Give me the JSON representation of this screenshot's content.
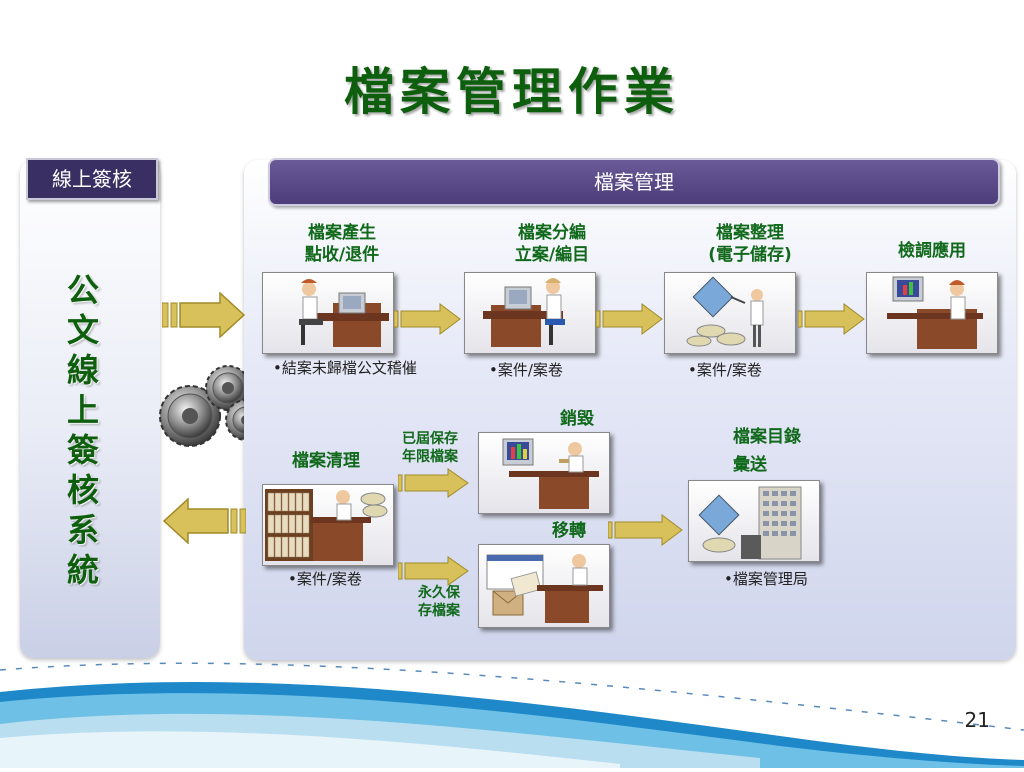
{
  "title": "檔案管理作業",
  "left": {
    "header": "線上簽核",
    "vertical_text": "公文線上簽核系統"
  },
  "main": {
    "header": "檔案管理",
    "steps": [
      {
        "label_line1": "檔案產生",
        "label_line2": "點收/退件",
        "note": "•結案未歸檔公文稽催"
      },
      {
        "label_line1": "檔案分編",
        "label_line2": "立案/編目",
        "note": "•案件/案卷"
      },
      {
        "label_line1": "檔案整理",
        "label_line2": "(電子儲存)",
        "note": "•案件/案卷"
      },
      {
        "label_line1": "檢調應用"
      }
    ],
    "cleanup": {
      "label": "檔案清理",
      "note": "•案件/案卷"
    },
    "expired": {
      "line1": "已屆保存",
      "line2": "年限檔案"
    },
    "permanent": {
      "line1": "永久保",
      "line2": "存檔案"
    },
    "destroy": {
      "label": "銷毀"
    },
    "transfer": {
      "label": "移轉"
    },
    "catalog": {
      "line1": "檔案目錄",
      "line2": "彙送",
      "note": "•檔案管理局"
    }
  },
  "page_number": "21",
  "colors": {
    "title_green": "#0d5e0d",
    "header_purple": "#4c3d7a",
    "arrow_gold": "#d8c15a"
  }
}
